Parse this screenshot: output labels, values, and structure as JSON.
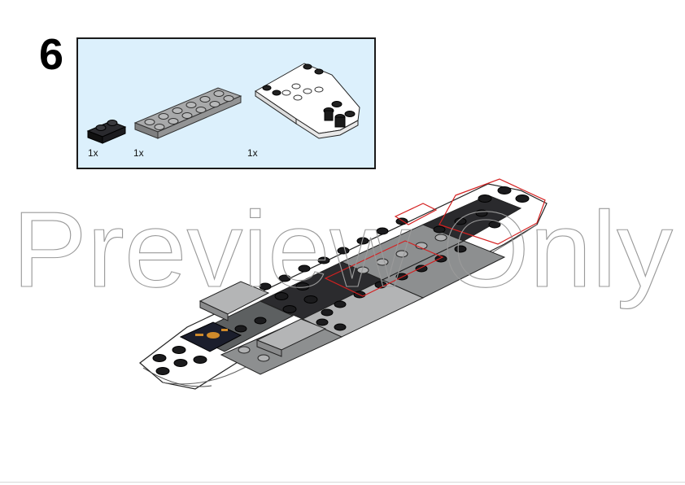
{
  "step": {
    "number": "6"
  },
  "parts": [
    {
      "name": "black plate 1x2",
      "quantity": "1x"
    },
    {
      "name": "gray plate 2x6",
      "quantity": "1x"
    },
    {
      "name": "white wedge hull piece",
      "quantity": "1x"
    }
  ],
  "watermark": {
    "text": "Preview Only"
  },
  "colors": {
    "parts_box_background": "#dcf0fc",
    "highlight_outline": "#d42020",
    "brick_black": "#1b1b1d",
    "brick_gray": "#a3a5a6",
    "brick_white": "#ffffff"
  }
}
